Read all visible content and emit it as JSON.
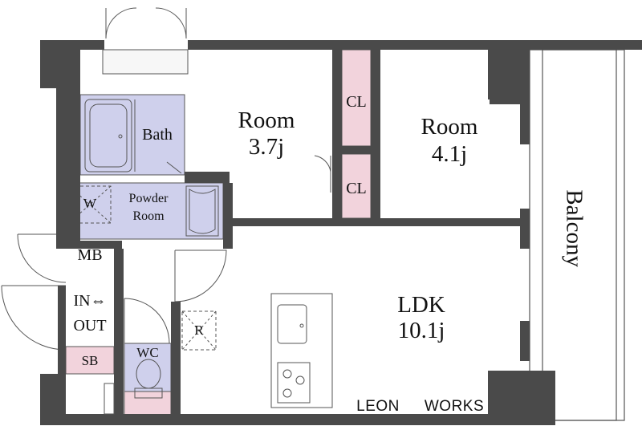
{
  "rooms": {
    "room1": {
      "name": "Room",
      "size": "3.7j"
    },
    "room2": {
      "name": "Room",
      "size": "4.1j"
    },
    "ldk": {
      "name": "LDK",
      "size": "10.1j"
    },
    "bath": "Bath",
    "powder": {
      "line1": "Powder",
      "line2": "Room"
    },
    "cl_upper": "CL",
    "cl_lower": "CL",
    "mb": "MB",
    "entrance": {
      "line1": "IN⇔",
      "line2": "OUT"
    },
    "sb": "SB",
    "wc": "WC",
    "washer": "W",
    "fridge": "R",
    "balcony": "Balcony"
  },
  "brand": {
    "left": "LEON",
    "right": "WORKS"
  },
  "colors": {
    "wall": "#4a4a4a",
    "bath_fill": "#cfd0ec",
    "closet_fill": "#f2d3dc",
    "floor": "#ffffff"
  }
}
